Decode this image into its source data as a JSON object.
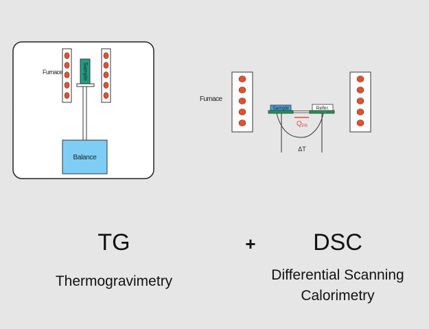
{
  "tg_apparatus": {
    "furnace_label": "Furnace",
    "sample_label": "Sample",
    "balance_label": "Balance"
  },
  "dsc_apparatus": {
    "furnace_label": "Furnace",
    "sample_label": "Sample",
    "reference_label": "Refer.",
    "heat_flow_label": "Q",
    "heat_flow_subscript": "PR",
    "delta_t_label": "ΔT"
  },
  "captions": {
    "tg_title": "TG",
    "tg_full": "Thermogravimetry",
    "plus": "+",
    "dsc_title": "DSC",
    "dsc_full_line1": "Differential Scanning",
    "dsc_full_line2": "Calorimetry"
  },
  "colors": {
    "heater_coil": "#e8502a",
    "sample_holder": "#1f9e86",
    "balance": "#7ecdf5",
    "pan": "#1a9a55",
    "dsc_sample": "#4aa0e0",
    "heat_flow": "#e04a3a"
  }
}
